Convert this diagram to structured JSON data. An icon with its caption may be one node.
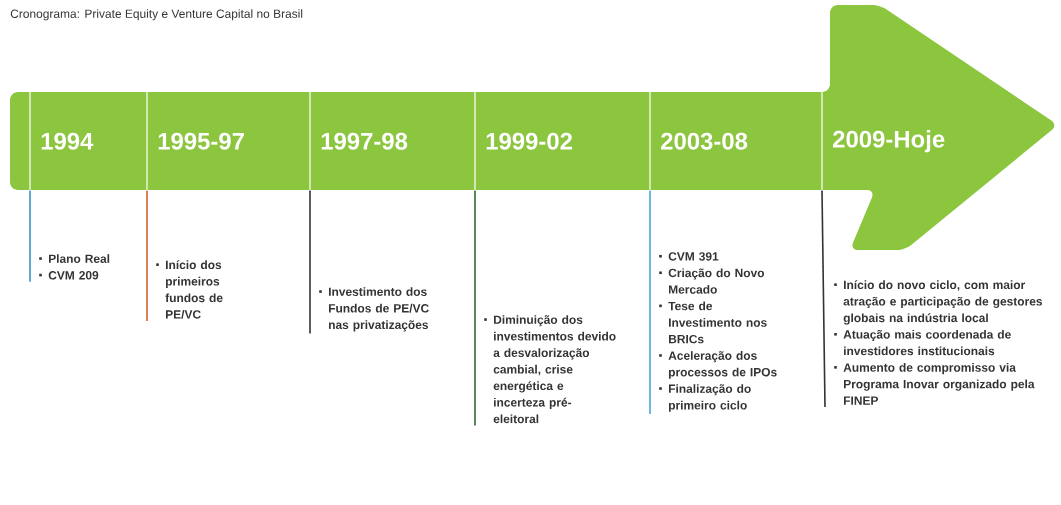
{
  "diagram": {
    "title": "Cronograma: Private Equity e Venture Capital no Brasil",
    "nodes": [
      {
        "text": [],
        "shape": "arrow"
      },
      {
        "text": [
          "1994"
        ],
        "in": 0
      },
      {
        "text": [
          "1995-97"
        ],
        "in": 0
      },
      {
        "text": [
          "1997-98"
        ],
        "in": 0
      },
      {
        "text": [
          "1999-02"
        ],
        "in": 0
      },
      {
        "text": [
          "2003-08"
        ],
        "in": 0
      },
      {
        "text": [
          "2009-Hoje"
        ],
        "in": 0
      },
      {
        "text": [
          "Plano Real",
          "CVM 209"
        ]
      },
      {
        "text": [
          "Início dos primeiros fundos de PE/VC"
        ]
      },
      {
        "text": [
          "Investimento dos Fundos de PE/VC nas privatizações"
        ]
      },
      {
        "text": [
          "Diminuição dos investimentos devido a desvalorização cambial, crise energética e incerteza pré-eleitoral"
        ]
      },
      {
        "text": [
          "CVM 391",
          "Criação do Novo Mercado",
          "Tese de Investimento nos BRICs",
          "Aceleração dos processos de IPOs",
          "Finalização do primeiro ciclo"
        ]
      },
      {
        "text": [
          "Início do novo ciclo, com maior atração e participação de gestores globais na indústria local",
          "Atuação mais coordenada de investidores institucionais",
          "Aumento de compromisso via Programa Inovar organizado pela FINEP"
        ]
      }
    ],
    "edges": [
      {
        "from": 1,
        "to": 7,
        "arrow": "none",
        "color": "#3f8fc8"
      },
      {
        "from": 2,
        "to": 8,
        "arrow": "none",
        "color": "#d9622b"
      },
      {
        "from": 3,
        "to": 9,
        "arrow": "none"
      },
      {
        "from": 4,
        "to": 10,
        "arrow": "none",
        "color": "#2f6b34"
      },
      {
        "from": 5,
        "to": 11,
        "arrow": "none",
        "color": "#49a6e0"
      },
      {
        "from": 6,
        "to": 12,
        "arrow": "none"
      }
    ]
  }
}
